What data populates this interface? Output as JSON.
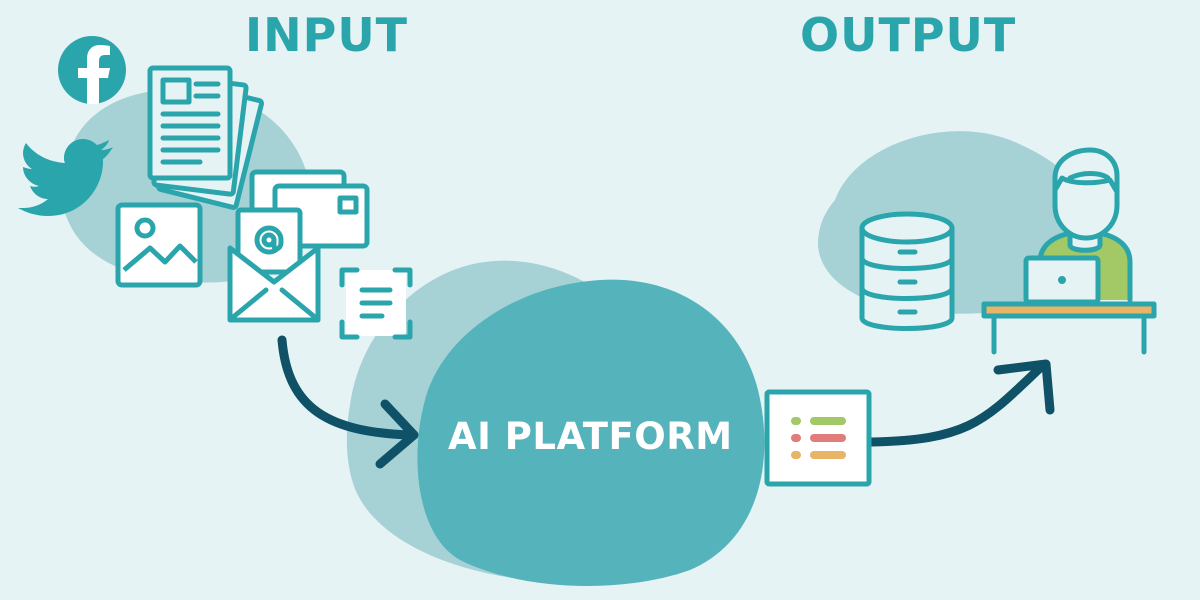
{
  "headings": {
    "input": "INPUT",
    "output": "OUTPUT"
  },
  "center": {
    "label": "AI PLATFORM"
  },
  "icons": {
    "inputs": [
      "facebook-icon",
      "twitter-icon",
      "newspaper-icon",
      "image-icon",
      "email-icon",
      "id-card-icon",
      "scanned-document-icon"
    ],
    "outputs": [
      "database-icon",
      "person-at-laptop-icon",
      "structured-list-icon"
    ]
  },
  "colors": {
    "background": "#e6f3f5",
    "teal": "#2aa5ac",
    "blob_light": "#a6d2d6",
    "blob_mid": "#55b3bc",
    "arrow": "#0f5167",
    "list_green": "#a3c866",
    "list_red": "#e07c7a",
    "list_orange": "#e8b465"
  }
}
